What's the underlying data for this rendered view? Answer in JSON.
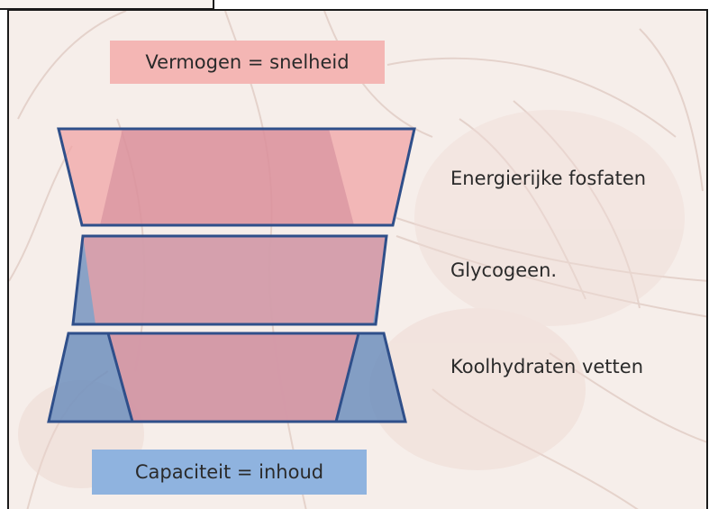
{
  "diagram": {
    "speed_label": "Vermogen = snelheid",
    "capacity_label": "Capaciteit = inhoud",
    "layers": [
      {
        "label": "Energierijke fosfaten"
      },
      {
        "label": "Glycogeen."
      },
      {
        "label": "Koolhydraten  vetten"
      }
    ],
    "colors": {
      "speed_box": "#f4b6b4",
      "capacity_box": "#8fb3df",
      "pink_fill": "#e79aa0",
      "blue_fill": "#6f8fbd",
      "outline": "#2f4f8a",
      "background": "#f6eeea"
    }
  }
}
